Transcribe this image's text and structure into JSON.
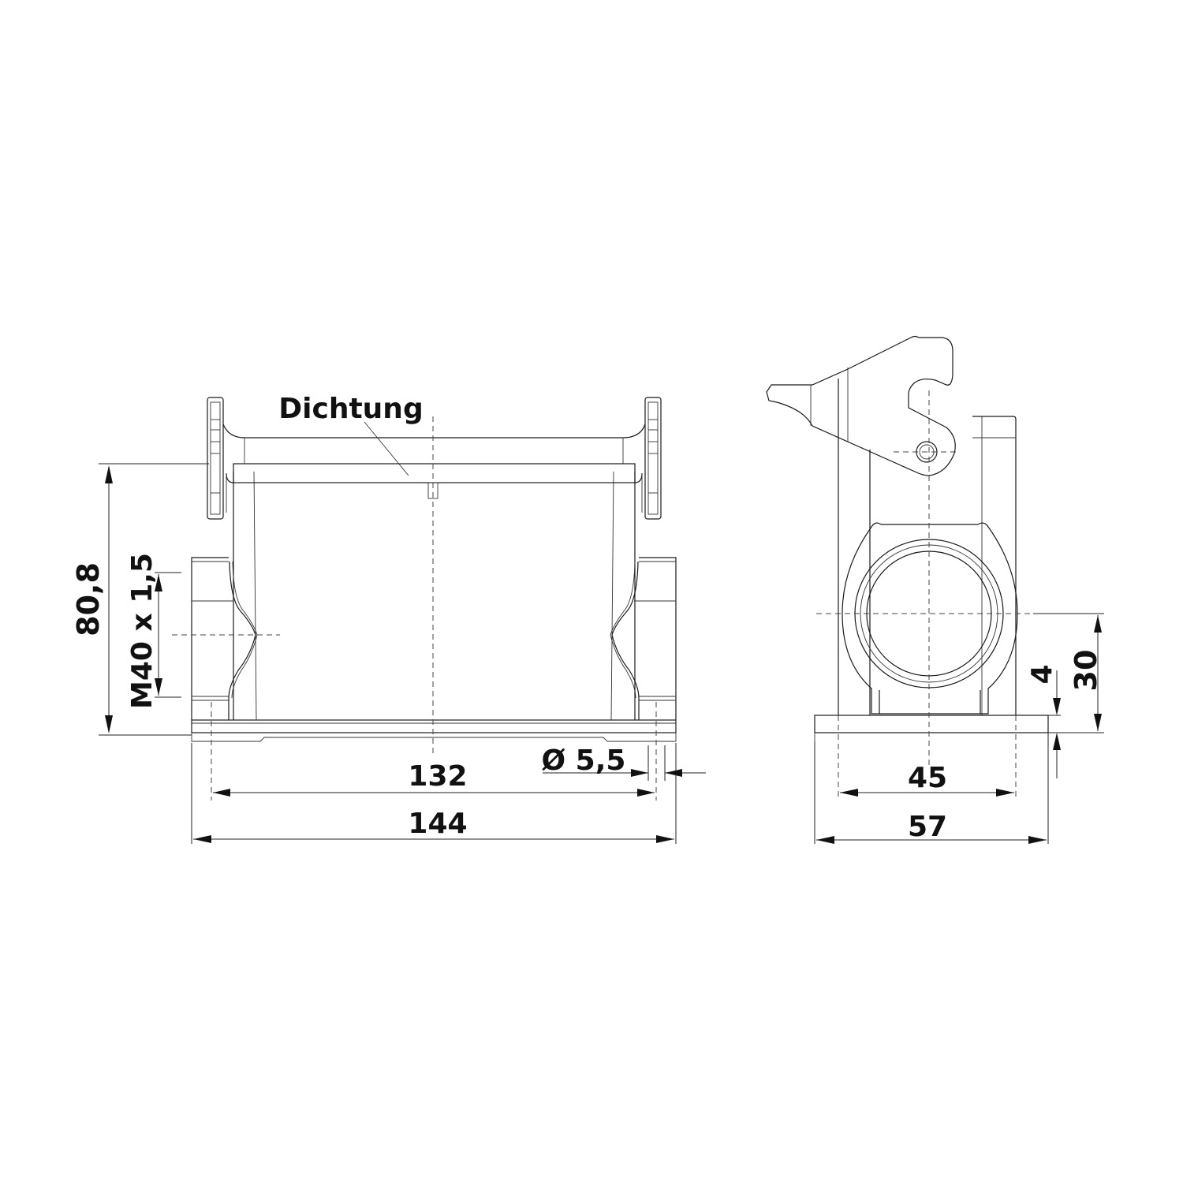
{
  "drawing": {
    "front_view": {
      "label_seal": "Dichtung",
      "dim_height": "80,8",
      "dim_thread": "M40 x 1,5",
      "dim_hole_spacing": "132",
      "dim_overall_width": "144",
      "dim_hole_diameter": "Ø 5,5"
    },
    "side_view": {
      "dim_axis_height": "30",
      "dim_base_thickness": "4",
      "dim_hole_spacing": "45",
      "dim_overall_width": "57"
    },
    "colors": {
      "line": "#1a1a1a",
      "background": "#ffffff"
    }
  }
}
